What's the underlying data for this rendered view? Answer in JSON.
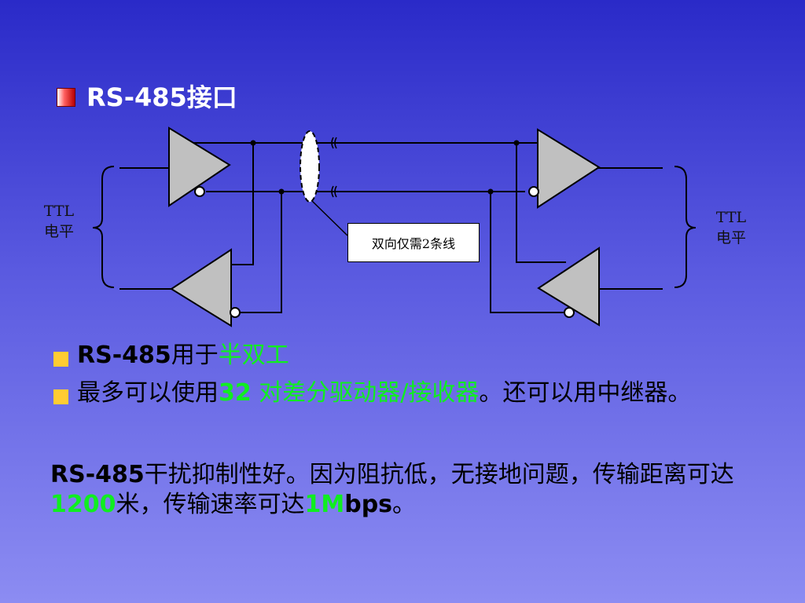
{
  "title": "RS-485接口",
  "diagram": {
    "callout": "双向仅需2条线",
    "ttl_left": [
      "TTL",
      "电平"
    ],
    "ttl_right": [
      "TTL",
      "电平"
    ]
  },
  "bullets": [
    {
      "prefix": "RS-485",
      "mid": "用于",
      "highlight": "半双工"
    },
    {
      "part1": "最多可以使用",
      "num": "32",
      "highlight": " 对差分驱动器/接收器",
      "part2": "。还可以用中继器。"
    }
  ],
  "paragraph": {
    "p1": "RS-485",
    "p2": "干扰抑制性好。因为阻抗低，无接地问题，传输距离可达",
    "p3": "1200",
    "p4": "米，传输速率可达",
    "p5": "1M",
    "p6": "bps",
    "p7": "。"
  },
  "colors": {
    "accent_green": "#10ee20",
    "bullet_yellow": "#ffcc33",
    "bullet_red": "#d00000"
  }
}
